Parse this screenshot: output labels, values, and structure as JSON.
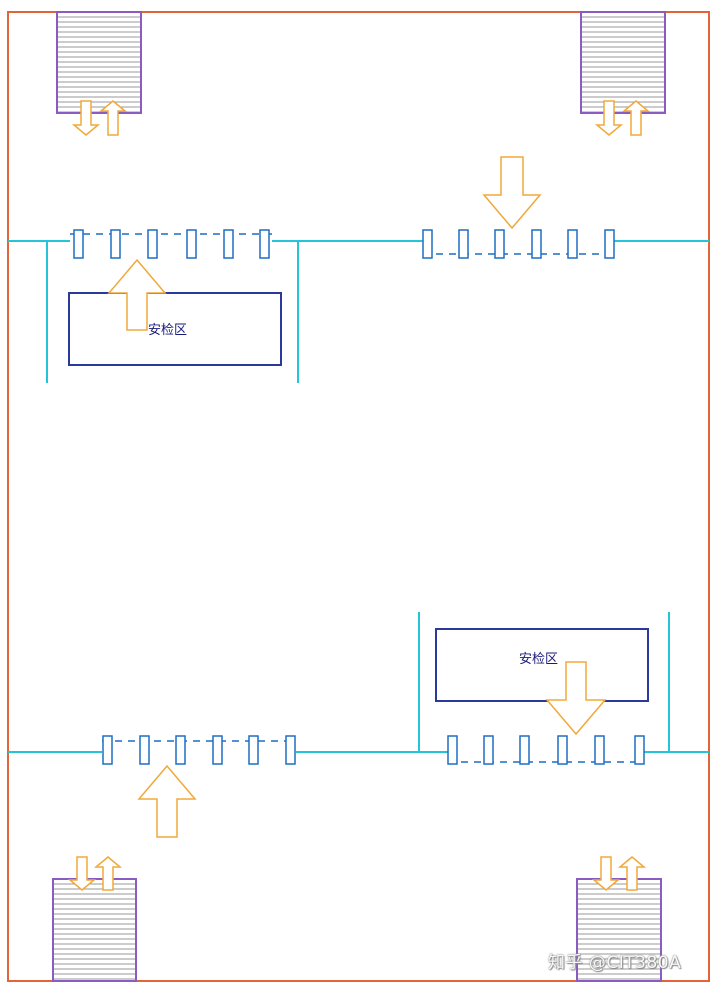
{
  "colors": {
    "border": "#e2653a",
    "stairs": "#8a5cc2",
    "stair_lines": "#9a9a9a",
    "barrier": "#25c4d6",
    "gate": "#1f6fc4",
    "arrow": "#f0a83a",
    "security_box": "#2a3a9c"
  },
  "zones": {
    "top_left_label": "安检区",
    "bottom_right_label": "安检区"
  },
  "watermark": "知乎 @CIT380A"
}
